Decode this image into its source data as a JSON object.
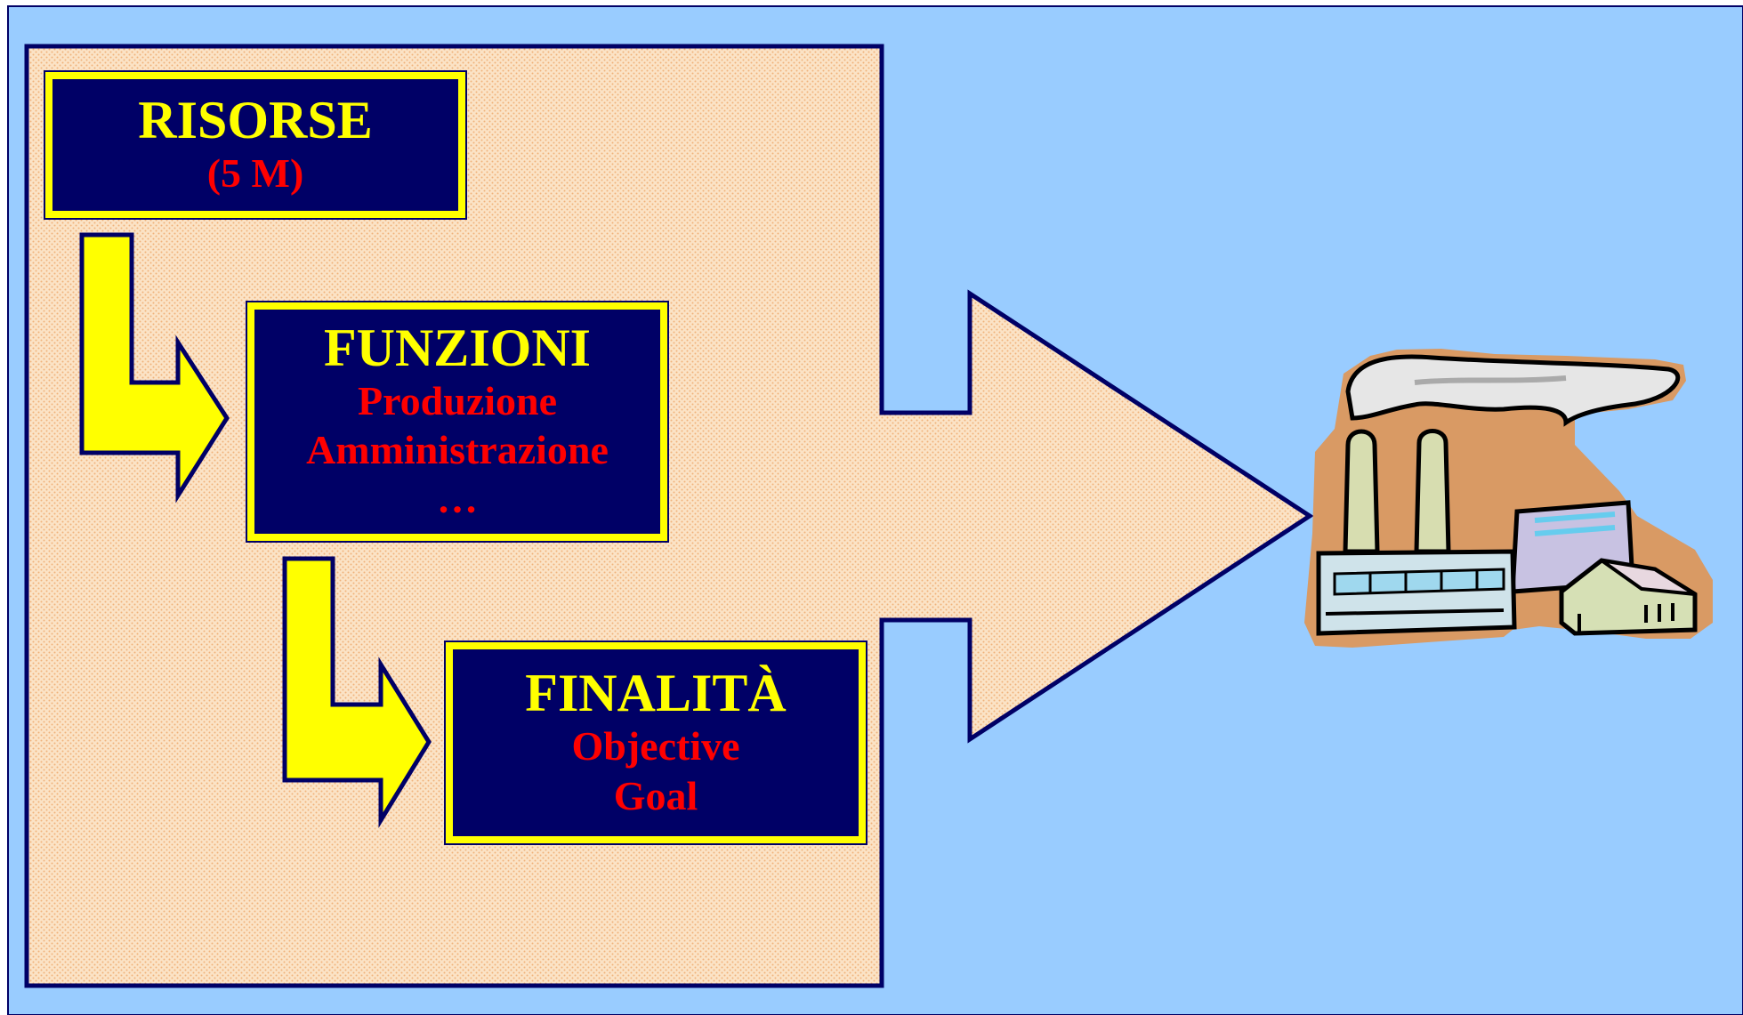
{
  "colors": {
    "background": "#99ccff",
    "panel": "#fbe3c6",
    "panel_dots": "#f0b27a",
    "navy": "#000066",
    "yellow": "#ffff00",
    "red": "#ff0000"
  },
  "boxes": {
    "risorse": {
      "title": "RISORSE",
      "lines": [
        "(5 M)"
      ]
    },
    "funzioni": {
      "title": "FUNZIONI",
      "lines": [
        "Produzione",
        "Amministrazione",
        "…"
      ]
    },
    "finalita": {
      "title": "FINALITÀ",
      "lines": [
        "Objective",
        "Goal"
      ]
    }
  },
  "icons": {
    "arrow_1": "elbow-arrow-icon",
    "arrow_2": "elbow-arrow-icon",
    "big_arrow": "big-arrow-icon",
    "factory": "factory-icon"
  }
}
